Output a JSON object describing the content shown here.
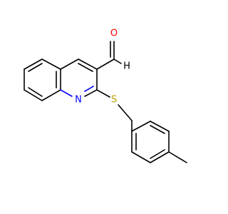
{
  "molecule": {
    "atoms": {
      "N": {
        "label": "N",
        "color": "#0000ff"
      },
      "S": {
        "label": "S",
        "color": "#b8a000"
      },
      "O": {
        "label": "O",
        "color": "#ff0000"
      },
      "H": {
        "label": "H",
        "color": "#000000"
      }
    },
    "colors": {
      "bond": "#000000",
      "background": "#ffffff"
    }
  }
}
